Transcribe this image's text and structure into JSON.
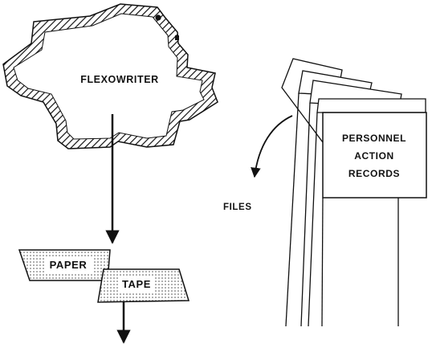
{
  "labels": {
    "flexowriter": "FLEXOWRITER",
    "paper": "PAPER",
    "tape": "TAPE",
    "files": "FILES",
    "records_line1": "PERSONNEL",
    "records_line2": "ACTION",
    "records_line3": "RECORDS"
  },
  "colors": {
    "ink": "#111111",
    "paper": "#ffffff",
    "tape_dots": "#444444"
  }
}
